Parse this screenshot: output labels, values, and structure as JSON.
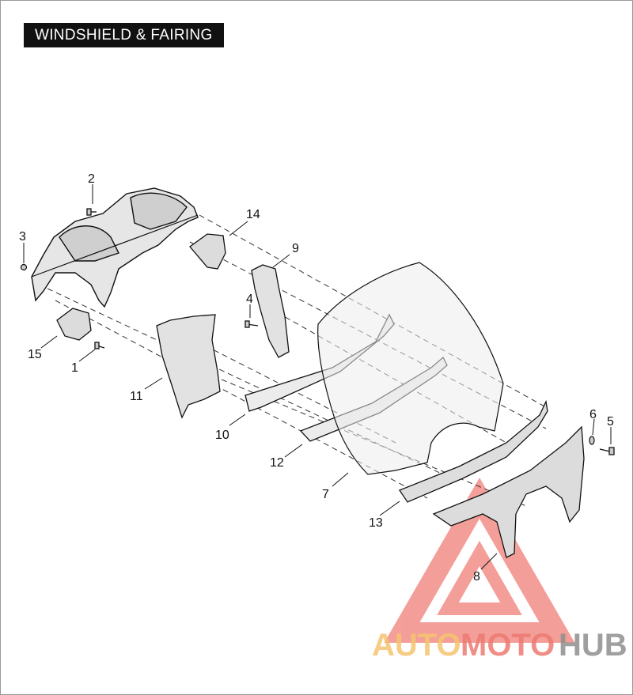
{
  "title": "WINDSHIELD & FAIRING",
  "callouts": {
    "c1": "1",
    "c2": "2",
    "c3": "3",
    "c4": "4",
    "c5": "5",
    "c6": "6",
    "c7": "7",
    "c8": "8",
    "c9": "9",
    "c10": "10",
    "c11": "11",
    "c12": "12",
    "c13": "13",
    "c14": "14",
    "c15": "15"
  },
  "watermark": {
    "part1": "AUTO",
    "part2": "MOTO",
    "part3": "HUB",
    "color_orange": "#f6c46f",
    "color_red": "#ee7a72",
    "color_gray": "#8f8f8f"
  }
}
